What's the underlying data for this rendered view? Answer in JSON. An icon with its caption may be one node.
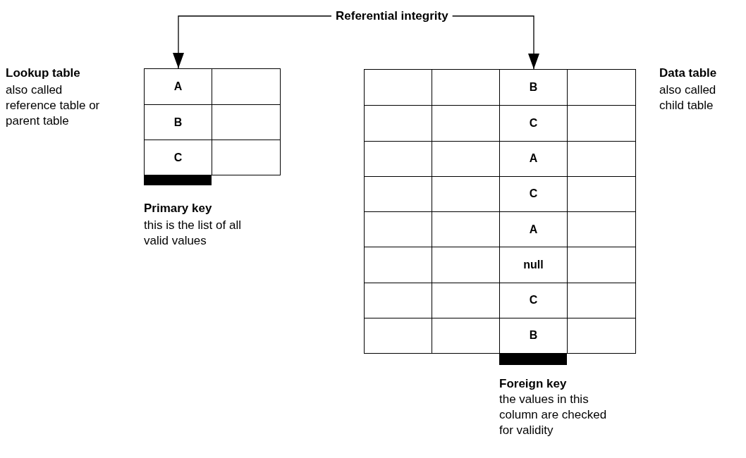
{
  "diagram": {
    "nodes": [
      {
        "text": [
          "Referential integrity"
        ]
      },
      {
        "text": [
          "A",
          "B",
          "C"
        ]
      },
      {
        "text": [
          "B",
          "C",
          "A",
          "C",
          "A",
          "null",
          "C",
          "B"
        ]
      },
      {
        "text": [],
        "shape": "bar"
      },
      {
        "text": [],
        "shape": "bar"
      }
    ],
    "edges": [
      {
        "from": 0,
        "to": 1,
        "arrow": "to"
      },
      {
        "from": 0,
        "to": 2,
        "arrow": "to"
      }
    ],
    "labels": [
      "Lookup table",
      "also called reference table or parent table",
      "Primary key",
      "this is the list of all valid values",
      "Data table",
      "also called child table",
      "Foreign key",
      "the values in this column are checked for validity"
    ]
  }
}
